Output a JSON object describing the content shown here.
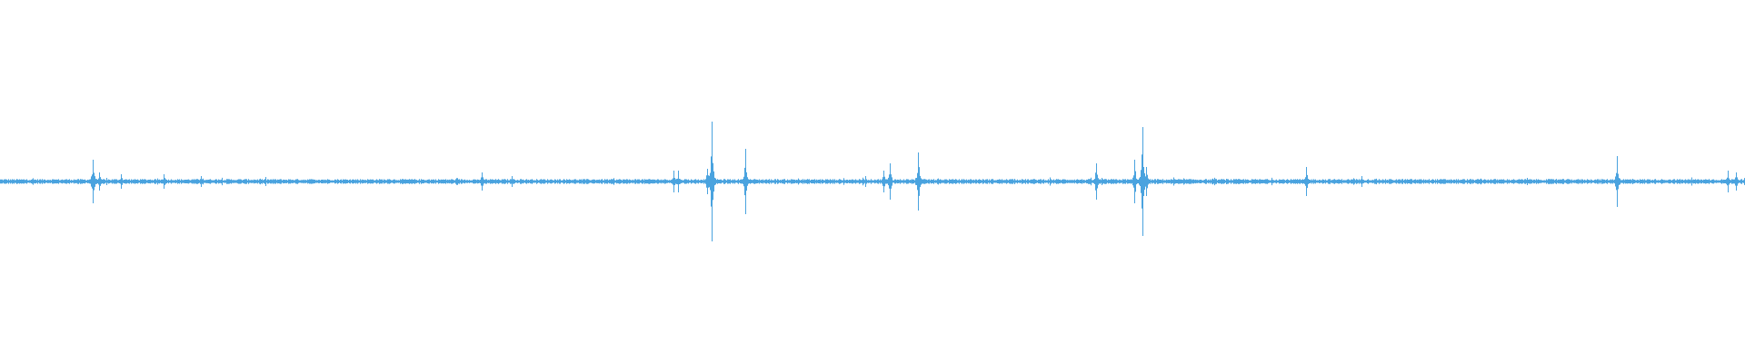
{
  "waveform": {
    "color": "#4aa3df",
    "background": "#ffffff",
    "baseline_amplitude": 0.01,
    "noise_amplitude": 0.012,
    "transients": [
      {
        "position": 0.0532,
        "amplitude": 0.12
      },
      {
        "position": 0.057,
        "amplitude": 0.05
      },
      {
        "position": 0.0695,
        "amplitude": 0.04
      },
      {
        "position": 0.094,
        "amplitude": 0.04
      },
      {
        "position": 0.115,
        "amplitude": 0.03
      },
      {
        "position": 0.276,
        "amplitude": 0.05
      },
      {
        "position": 0.293,
        "amplitude": 0.03
      },
      {
        "position": 0.386,
        "amplitude": 0.06
      },
      {
        "position": 0.3885,
        "amplitude": 0.06
      },
      {
        "position": 0.405,
        "amplitude": 0.07
      },
      {
        "position": 0.4078,
        "amplitude": 0.33
      },
      {
        "position": 0.427,
        "amplitude": 0.18
      },
      {
        "position": 0.496,
        "amplitude": 0.03
      },
      {
        "position": 0.506,
        "amplitude": 0.06
      },
      {
        "position": 0.51,
        "amplitude": 0.1
      },
      {
        "position": 0.5262,
        "amplitude": 0.16
      },
      {
        "position": 0.628,
        "amplitude": 0.1
      },
      {
        "position": 0.65,
        "amplitude": 0.12
      },
      {
        "position": 0.6547,
        "amplitude": 0.3
      },
      {
        "position": 0.6567,
        "amplitude": 0.08
      },
      {
        "position": 0.7485,
        "amplitude": 0.08
      },
      {
        "position": 0.78,
        "amplitude": 0.03
      },
      {
        "position": 0.875,
        "amplitude": 0.02
      },
      {
        "position": 0.9267,
        "amplitude": 0.14
      },
      {
        "position": 0.99,
        "amplitude": 0.06
      },
      {
        "position": 0.995,
        "amplitude": 0.05
      }
    ]
  }
}
